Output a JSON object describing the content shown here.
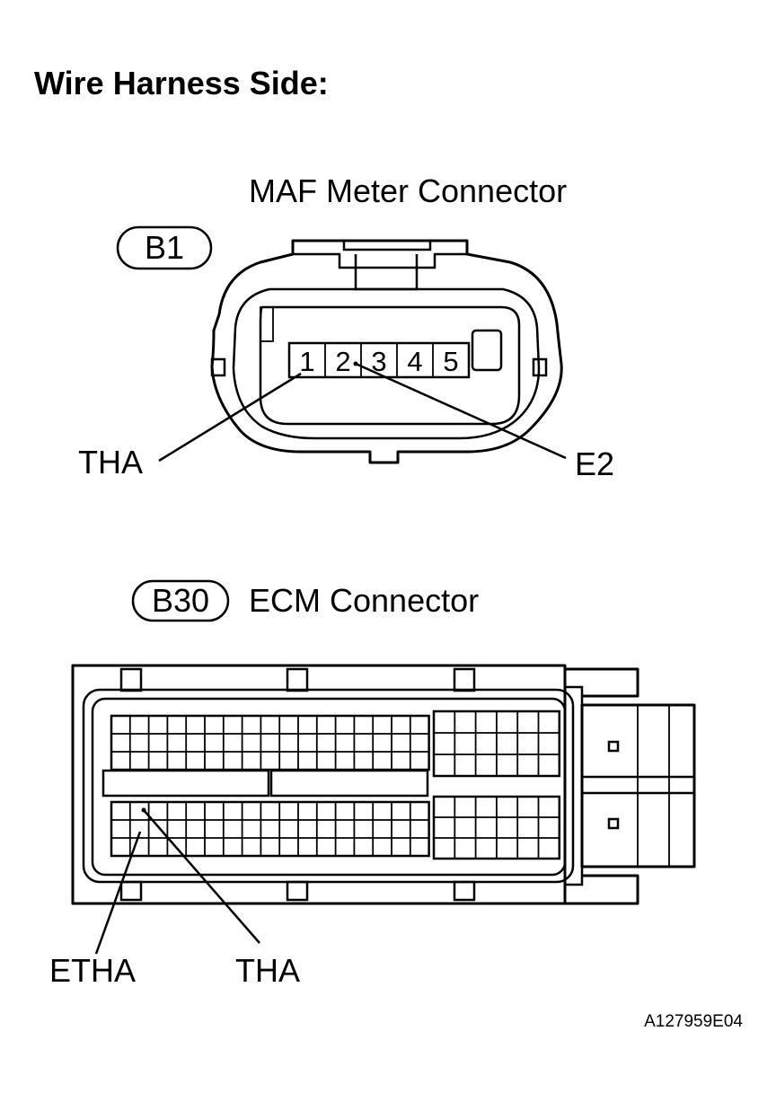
{
  "heading": "Wire Harness Side:",
  "maf": {
    "title": "MAF Meter Connector",
    "badge": "B1",
    "pins": [
      "1",
      "2",
      "3",
      "4",
      "5"
    ],
    "callout_left": "THA",
    "callout_right": "E2"
  },
  "ecm": {
    "badge": "B30",
    "title": "ECM Connector",
    "callout_left": "ETHA",
    "callout_right": "THA"
  },
  "figure_code": "A127959E04"
}
